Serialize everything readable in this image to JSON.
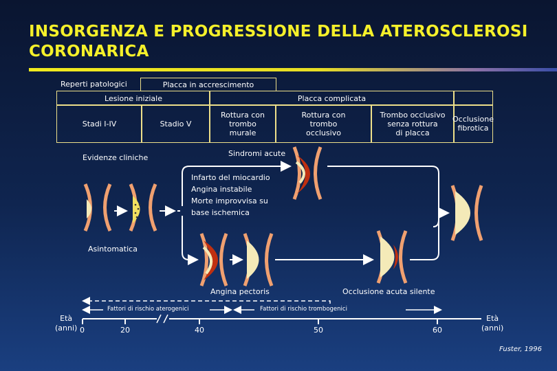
{
  "title_line1": "INSORGENZA E PROGRESSIONE DELLA ATEROSCLEROSI",
  "title_line2": "CORONARICA",
  "table": {
    "reperti": "Reperti patologici",
    "placca_accrescimento": "Placca in accrescimento",
    "lesione_iniziale": "Lesione iniziale",
    "placca_complicata": "Placca complicata",
    "stadi_1_4": "Stadi I-IV",
    "stadio_5": "Stadio V",
    "rottura_trombo_murale": [
      "Rottura con",
      "trombo",
      "murale"
    ],
    "rottura_trombo_occlusivo": [
      "Rottura con",
      "trombo",
      "occlusivo"
    ],
    "trombo_occlusivo": [
      "Trombo occlusivo",
      "senza rottura",
      "di placca"
    ],
    "occlusione_fibrotica": [
      "Occlusione",
      "fibrotica"
    ]
  },
  "labels": {
    "evidenze": "Evidenze cliniche",
    "sindromi": "Sindromi acute",
    "sindromi_list": [
      "Infarto del miocardio",
      "Angina instabile",
      "Morte improvvisa su",
      "base ischemica"
    ],
    "asintomatica": "Asintomatica",
    "angina_pectoris": "Angina pectoris",
    "occlusione_silente": "Occlusione acuta silente"
  },
  "timeline": {
    "rischio_aterogenici": "Fattori di rischio aterogenici",
    "rischio_trombogenici": "Fattori di rischio trombogenici",
    "eta_left": [
      "Età",
      "(anni)"
    ],
    "eta_right": [
      "Età",
      "(anni)"
    ],
    "ticks": [
      "0",
      "20",
      "40",
      "50",
      "60"
    ]
  },
  "credit": "Fuster, 1996",
  "colors": {
    "title": "#f5f02a",
    "vessel": "#f0a070",
    "plaque": "#f4eab8",
    "thrombus": "#c03010",
    "table_border": "#eee08a"
  }
}
